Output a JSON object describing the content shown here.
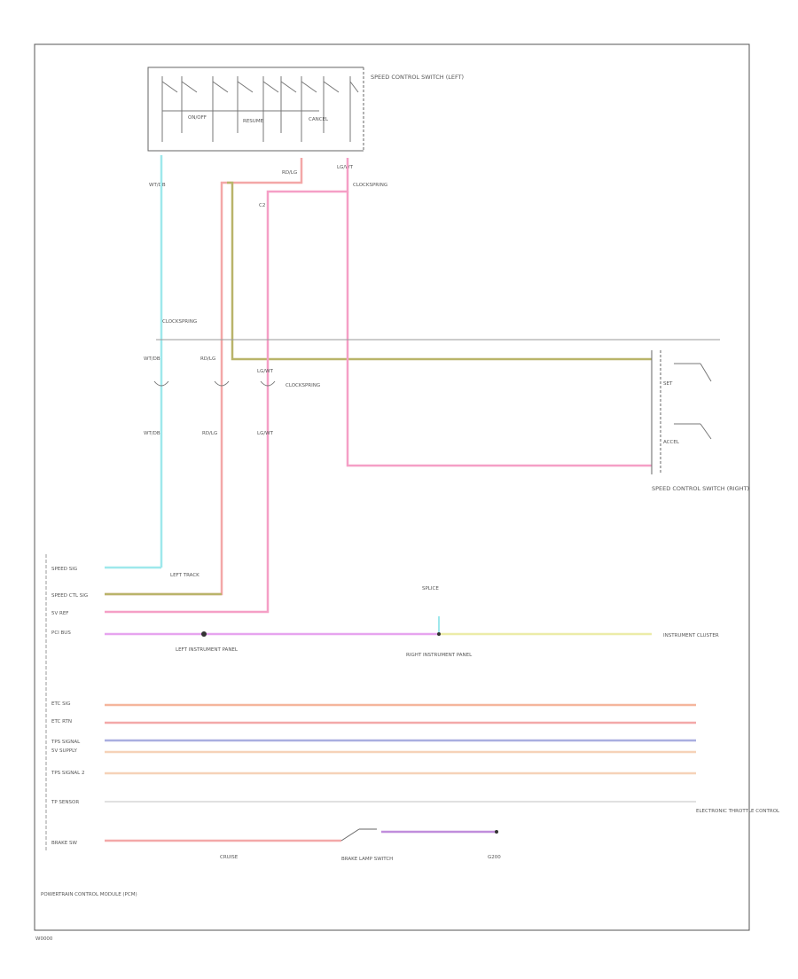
{
  "diagram": {
    "figure_code": "W0000",
    "speed_control_switch": "SPEED CONTROL SWITCH (LEFT)",
    "speed_control_switch_right": "SPEED CONTROL SWITCH (RIGHT)",
    "clockspring_top": "CLOCKSPRING",
    "clockspring_mid": "CLOCKSPRING",
    "splice_left": "LEFT TRACK",
    "cruise_ctrl": "CRUISE",
    "pcm": "POWERTRAIN CONTROL MODULE (PCM)",
    "brake_switch": "BRAKE LAMP SWITCH",
    "transmission": "ELECTRONIC THROTTLE CONTROL",
    "ground": "G200",
    "junction_left": "LEFT INSTRUMENT PANEL",
    "junction_mid": "RIGHT INSTRUMENT PANEL",
    "junction_right": "INSTRUMENT CLUSTER",
    "splice_mid": "SPLICE",
    "pin_labels": {
      "p1": "SPEED SIG",
      "p2": "SPEED CTL SIG",
      "p3": "5V REF",
      "p4": "PCI BUS",
      "p5": "ETC SIG",
      "p6": "ETC RTN",
      "p7": "TPS SIGNAL",
      "p8": "5V SUPPLY",
      "p9": "TPS SIGNAL 2",
      "p10": "TP SENSOR",
      "p11": "BRAKE SW"
    },
    "wire_colors": {
      "cyan": "#9ee8ec",
      "red": "#f3a7a7",
      "pink": "#f59fc6",
      "magenta": "#e7a4ef",
      "olive": "#b9b46a",
      "yellow": "#ececa8",
      "orange": "#f5b59c",
      "salmon": "#f3a8a8",
      "blue": "#a9aee0",
      "peach": "#f6d2b8",
      "purple": "#c08ddc",
      "gray": "#d6d6d6"
    }
  }
}
